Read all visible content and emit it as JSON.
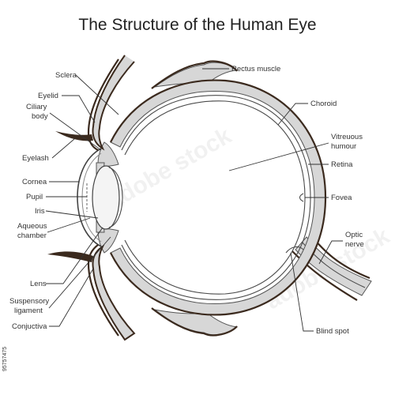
{
  "title": "The Structure of the Human Eye",
  "labels": {
    "sclera": "Sclera",
    "eyelid": "Eyelid",
    "ciliary_body_1": "Ciliary",
    "ciliary_body_2": "body",
    "eyelash": "Eyelash",
    "cornea": "Cornea",
    "pupil": "Pupil",
    "iris": "Iris",
    "aqueous_1": "Aqueous",
    "aqueous_2": "chamber",
    "lens": "Lens",
    "suspensory_1": "Suspensory",
    "suspensory_2": "ligament",
    "conjuctiva": "Conjuctiva",
    "rectus_muscle": "Rectus muscle",
    "choroid": "Choroid",
    "vitreous_1": "Vitreuous",
    "vitreous_2": "humour",
    "retina": "Retina",
    "fovea": "Fovea",
    "optic_1": "Optic",
    "optic_2": "nerve",
    "blind_spot": "Blind spot"
  },
  "stock_id": "95757475",
  "watermark": "adobe stock",
  "colors": {
    "outline": "#3b2a1e",
    "tissue_fill": "#d7d7d7",
    "text": "#333333"
  }
}
